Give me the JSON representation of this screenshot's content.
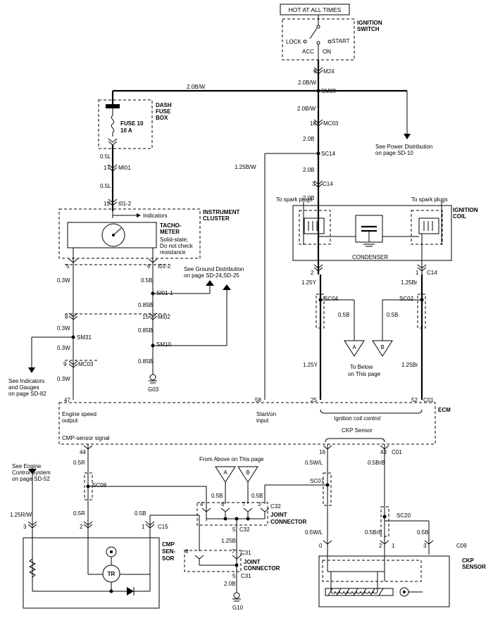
{
  "top": {
    "hot_box": "HOT AT ALL TIMES",
    "ign_switch_1": "IGNITION",
    "ign_switch_2": "SWITCH",
    "lock": "LOCK",
    "start": "START",
    "acc": "ACC",
    "on": "ON"
  },
  "labels": {
    "pin_6": "6",
    "m24": "M24",
    "w20bw_1": "2.0B/W",
    "w20bw_2": "2.0B/W",
    "sm39": "SM39",
    "w20bw_3": "2.0B/W",
    "pin_16": "16",
    "mc03_top": "MC03",
    "w20b_1": "2.0B",
    "sc14": "SC14",
    "w125bw": "1.25B/W",
    "w20b_2": "2.0B",
    "pin_3": "3",
    "c14_top": "C14",
    "w20b_3": "2.0B",
    "see_power_1": "See Power Distribution",
    "see_power_2": "on page SD-10",
    "dash_1": "DASH",
    "dash_2": "FUSE",
    "dash_3": "BOX",
    "fuse_1": "FUSE 10",
    "fuse_2": "10 A",
    "w05l_1": "0.5L",
    "pin_17": "17",
    "mi01": "MI01",
    "w05l_2": "0.5L",
    "pin_15a": "15",
    "i01_2a": "I01-2",
    "indicators": "Indicators",
    "inst_1": "INSTRUMENT",
    "inst_2": "CLUSTER",
    "tacho_1": "TACHO-",
    "tacho_2": "METER",
    "tacho_3": "Solid-state;",
    "tacho_4": "Do not check",
    "tacho_5": "resistance",
    "pin_5a": "5",
    "pin_6b": "6",
    "i01_2b": "I01-2",
    "w03w_1": "0.3W",
    "w05b_1": "0.5B",
    "si01_1": "SI01-1",
    "see_ground_1": "See Ground Distribution",
    "see_ground_2": "on page SD-24,SD-25",
    "w085b_1": "0.85B",
    "pin_8": "8",
    "pin_15b": "15",
    "mi02": "MI02",
    "w03w_2": "0.3W",
    "w085b_2": "0.85B",
    "sm31": "SM31",
    "sm10": "SM10",
    "w03w_3": "0.3W",
    "pin_9": "9",
    "mc03_mid": "MC03",
    "w085b_3": "0.85B",
    "w03w_4": "0.3W",
    "g03": "G03",
    "see_ind_1": "See Indicators",
    "see_ind_2": "and Gauges",
    "see_ind_3": "on page SD-82",
    "pin_47": "47",
    "pin_58": "58",
    "pin_25": "25",
    "pin_52": "52",
    "c01_top": "C01",
    "ecm": "ECM",
    "engine_1": "Engine speed",
    "engine_2": "output",
    "starton_1": "Start/on",
    "starton_2": "input",
    "ign_ctrl": "Ignition coil control",
    "cmp_signal": "CMP-sensor signal",
    "ckp_sensor_sig": "CKP Sensor",
    "to_spark_1": "To spark plugs",
    "to_spark_2": "To spark plugs",
    "ign_coil_1": "IGNITION",
    "ign_coil_2": "COIL",
    "condenser": "CONDENSER",
    "pin_2a": "2",
    "pin_1a": "1",
    "c14_b": "C14",
    "w125y_1": "1.25Y",
    "w125br_1": "1.25Br",
    "sc04": "SC04",
    "sc02": "SC02",
    "w05b_2": "0.5B",
    "w05b_3": "0.5B",
    "conn_a1": "A",
    "conn_b1": "B",
    "to_below_1": "To Below",
    "to_below_2": "on This page",
    "w125y_2": "1.25Y",
    "w125br_2": "1.25Br",
    "pin_44": "44",
    "w05r_1": "0.5R",
    "sc08": "SC08",
    "see_engine_1": "See Engine",
    "see_engine_2": "Control System",
    "see_engine_3": "on page SD-52",
    "w125rw": "1.25R/W",
    "w05r_2": "0.5R",
    "pin_3b": "3",
    "pin_2b": "2",
    "pin_1b": "1",
    "c15": "C15",
    "w05b_4": "0.5B",
    "cmp_1": "CMP",
    "cmp_2": "SEN-",
    "cmp_3": "SOR",
    "tr": "TR",
    "from_above": "From Above on This page",
    "conn_a2": "A",
    "conn_b2": "B",
    "w05b_5": "0.5B",
    "w05b_6": "0.5B",
    "pin_4": "4",
    "pin_6c": "6",
    "pin_7": "7",
    "pin_3c": "3",
    "c32a": "C32",
    "joint_1": "JOINT",
    "joint_2": "CONNECTOR",
    "pin_5b": "5",
    "c32b": "C32",
    "w125b": "1.25B",
    "pin_8b": "8",
    "pin_7b": "7",
    "c31a": "C31",
    "joint_3": "JOINT",
    "joint_4": "CONNECTOR",
    "pin_5c": "5",
    "c31b": "C31",
    "w20b_4": "2.0B",
    "g10": "G10",
    "sc07": "SC07",
    "pin_16b": "16",
    "pin_43": "43",
    "c01_b": "C01",
    "w05wl_1": "0.5W/L",
    "w05brb_1": "0.5BrB",
    "sc20": "SC20",
    "w05wl_2": "0.5W/L",
    "w05brb_2": "0.5BrB",
    "w05b_7": "0.5B",
    "pin_9b": "0",
    "pin_1c": "1",
    "pin_2c": "2",
    "pin_3d": "3",
    "c09": "C09",
    "ckp_1": "CKP",
    "ckp_2": "SENSOR"
  }
}
